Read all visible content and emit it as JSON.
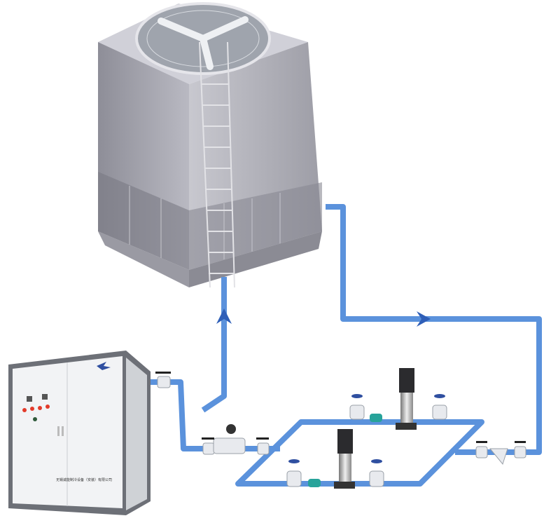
{
  "diagram": {
    "components": [
      "cooling-tower",
      "control-cabinet",
      "pump-1",
      "pump-2",
      "valves",
      "y-strainer",
      "water-pipes"
    ],
    "flow_directions": [
      "up",
      "right"
    ],
    "cabinet_label": "无锡诚能制冷设备（安装）有限公司"
  },
  "colors": {
    "pipe": "#5b92dc",
    "pipe_edge": "#3f73c2",
    "arrow": "#2f5fb8",
    "tower": "#a9a9b2",
    "cabinet": "#f2f3f5",
    "cabinet_frame": "#6d7077",
    "pump": "#2b2b2e",
    "valve_handle": "#2f4fa0"
  }
}
